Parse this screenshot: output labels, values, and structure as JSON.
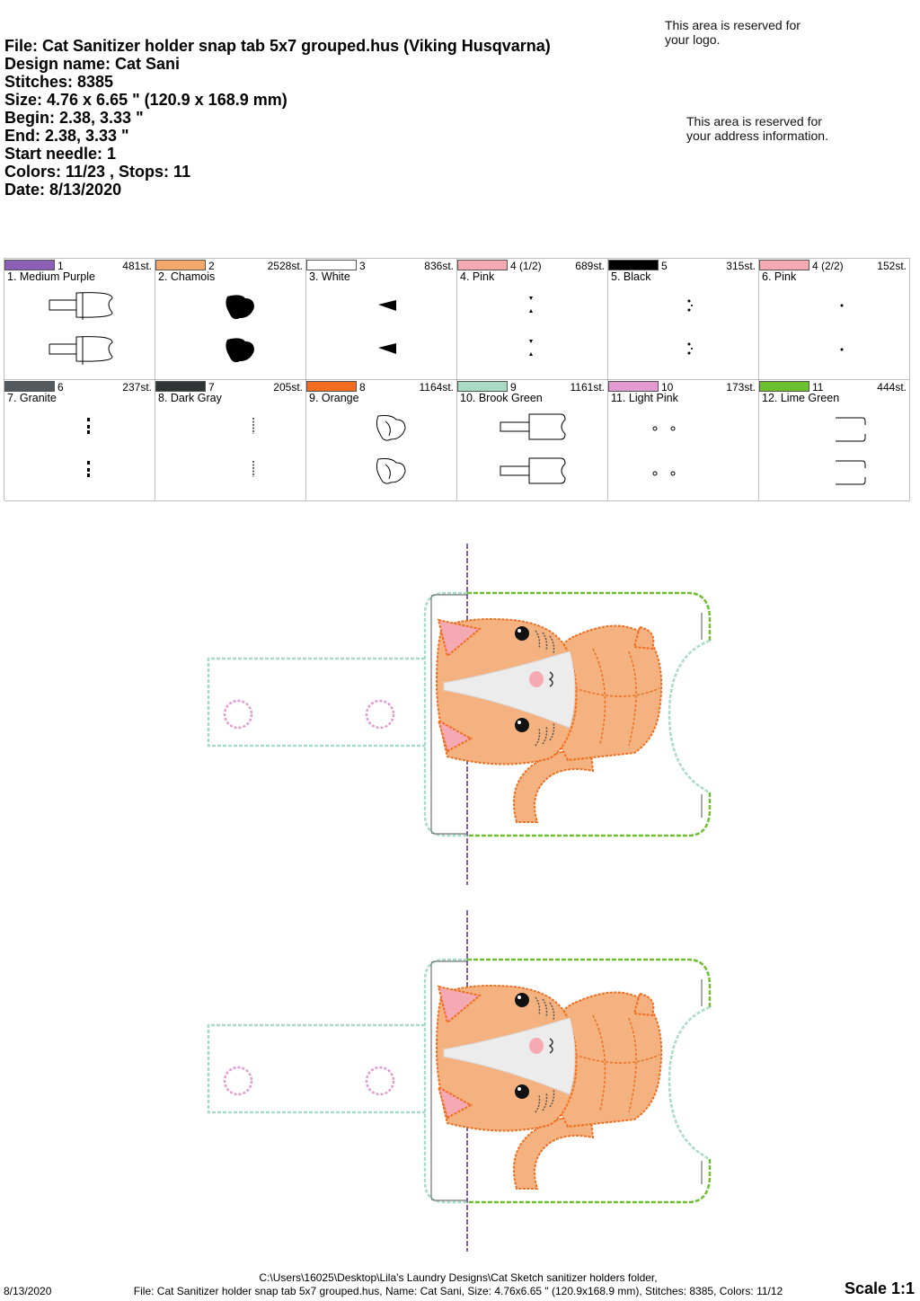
{
  "header": {
    "file": "File: Cat Sanitizer holder snap tab 5x7 grouped.hus  (Viking Husqvarna)",
    "design_name": "Design name: Cat Sani",
    "stitches": "Stitches: 8385",
    "size": "Size: 4.76 x 6.65 \" (120.9 x 168.9 mm)",
    "begin": "Begin: 2.38, 3.33 \"",
    "end": "End: 2.38, 3.33 \"",
    "start_needle": "Start needle: 1",
    "colors": "Colors: 11/23 , Stops: 11",
    "date": "Date: 8/13/2020"
  },
  "reserved": {
    "logo_line1": "This area is reserved for",
    "logo_line2": "your logo.",
    "address_line1": "This area is reserved for",
    "address_line2": "your address information."
  },
  "color_stops": [
    {
      "num": "1",
      "stitches": "481st.",
      "name": "1. Medium Purple",
      "color": "#8b5fb5",
      "thumb": "holder"
    },
    {
      "num": "2",
      "stitches": "2528st.",
      "name": "2. Chamois",
      "color": "#f3a86b",
      "thumb": "cat-fill"
    },
    {
      "num": "3",
      "stitches": "836st.",
      "name": "3. White",
      "color": "#ffffff",
      "thumb": "white"
    },
    {
      "num": "4 (1/2)",
      "stitches": "689st.",
      "name": "4. Pink",
      "color": "#f5a9b3",
      "thumb": "pink-ears"
    },
    {
      "num": "5",
      "stitches": "315st.",
      "name": "5. Black",
      "color": "#000000",
      "thumb": "black"
    },
    {
      "num": "4 (2/2)",
      "stitches": "152st.",
      "name": "6. Pink",
      "color": "#f5a9b3",
      "thumb": "pink-nose"
    },
    {
      "num": "6",
      "stitches": "237st.",
      "name": "7. Granite",
      "color": "#555a5f",
      "thumb": "whisker-a"
    },
    {
      "num": "7",
      "stitches": "205st.",
      "name": "8. Dark Gray",
      "color": "#2f3437",
      "thumb": "whisker-b"
    },
    {
      "num": "8",
      "stitches": "1164st.",
      "name": "9. Orange",
      "color": "#f26d1f",
      "thumb": "cat-outline"
    },
    {
      "num": "9",
      "stitches": "1161st.",
      "name": "10. Brook Green",
      "color": "#a9dbc4",
      "thumb": "holder-tab"
    },
    {
      "num": "10",
      "stitches": "173st.",
      "name": "11. Light Pink",
      "color": "#e39ad2",
      "thumb": "circles"
    },
    {
      "num": "11",
      "stitches": "444st.",
      "name": "12. Lime Green",
      "color": "#6cbf2f",
      "thumb": "bracket"
    }
  ],
  "footer": {
    "date": "8/13/2020",
    "path": "C:\\Users\\16025\\Desktop\\Lila's Laundry Designs\\Cat Sketch sanitizer holders folder,",
    "file_info": "File: Cat Sanitizer holder snap tab 5x7 grouped.hus, Name: Cat Sani, Size: 4.76x6.65 \" (120.9x168.9 mm), Stitches: 8385, Colors: 11/12",
    "scale": "Scale 1:1"
  }
}
